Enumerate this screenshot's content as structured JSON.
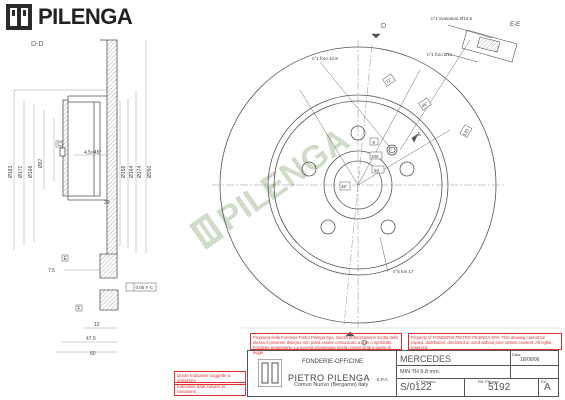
{
  "brand": {
    "name": "PILENGA",
    "mark_color": "#2a2a2a",
    "watermark_color": "#c9d9c3"
  },
  "views": {
    "section_label": "D-D",
    "detail_label": "E-E",
    "cut_label": "D",
    "cut_label_e": "E"
  },
  "dimensions": {
    "d183": "Ø183",
    "d171": "Ø171",
    "d168": "Ø168",
    "d67": "Ø67",
    "d158": "Ø158",
    "d164": "Ø164",
    "d174": "Ø174",
    "d290": "Ø290",
    "chamfer": "4.5×45°",
    "w29": "29",
    "w7_5": "7.5",
    "w12": "12",
    "w47_5": "47.5",
    "w60": "60",
    "runout": "0.05 F-C",
    "tag_f": "F",
    "tag_c": "C",
    "tag_e": "E",
    "n_bore": "n°1 foro 12.6",
    "n_countersink": "n°1 svasatura Ø16.5",
    "n_hole11": "n°1 foro Ø11",
    "n_holes17": "n°5 fori 17",
    "box_100": "100",
    "box_72": "72°",
    "box_45": "45°",
    "box_9": "9",
    "box_60": "60",
    "box_120": "120",
    "box_36": "36°"
  },
  "notes": {
    "property_it": "Proprietà della Fonderie Pietro Pilenga Spa. Senza autorizzazione scritta dello stesso il presente disegno non potrà essere comunicato a terzi o riprodotto. Fonderie proprietarie. La società proprietaria tutela i propri diritti a rigore di legge.",
    "property_en": "Property of FONDERIE PIETRO PILENGA SPA. This drawing cannot be copied, distributed, disclosed or used without prior written consent. All rights reserved.",
    "tolerance_it": "Quote indicative soggette a variazioni",
    "tolerance_en": "Indicative data subject to variations"
  },
  "title_block": {
    "company_line1": "FONDERIE-OFFICINE",
    "company_line2": "PIETRO PILENGA",
    "company_suffix": "S.P.A.",
    "company_line3": "Comun Nuovo (Bergamo) Italy",
    "vehicle": "MERCEDES",
    "data_label": "Data",
    "date": "18/09/06",
    "min_th": "MIN TH 9.8 mm.",
    "drawing_no_label": "n° Disegno",
    "drawing_no": "S/0122",
    "rif_label": "Rif. Pilenga",
    "rif": "5192",
    "ed_label": "Ed.",
    "edition": "A"
  }
}
